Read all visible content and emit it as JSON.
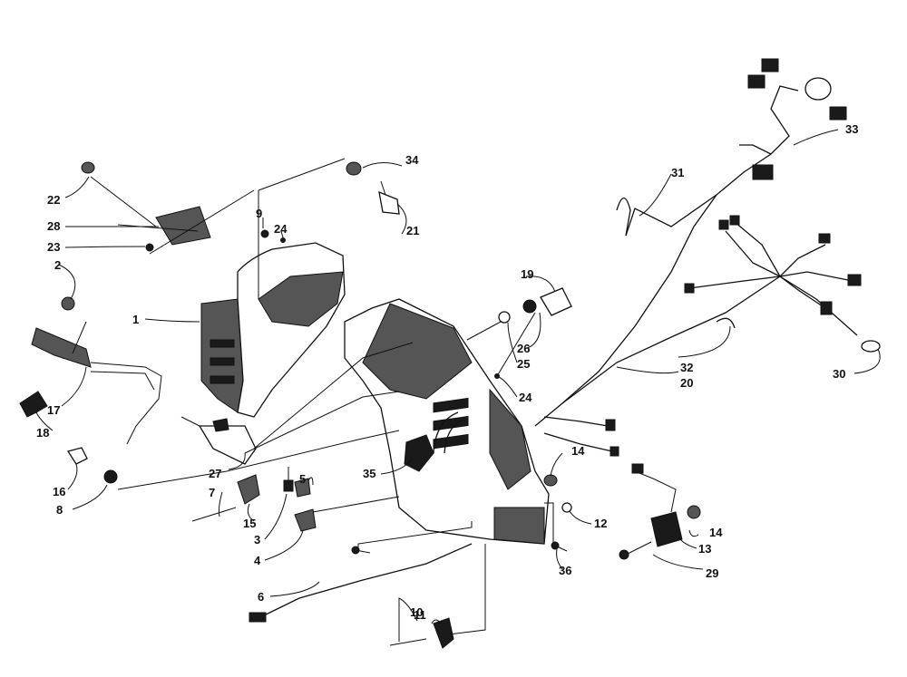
{
  "callouts": [
    {
      "id": "1",
      "label": "1"
    },
    {
      "id": "2",
      "label": "2"
    },
    {
      "id": "3",
      "label": "3"
    },
    {
      "id": "4",
      "label": "4"
    },
    {
      "id": "5",
      "label": "5"
    },
    {
      "id": "6",
      "label": "6"
    },
    {
      "id": "7",
      "label": "7"
    },
    {
      "id": "8",
      "label": "8"
    },
    {
      "id": "9",
      "label": "9"
    },
    {
      "id": "10",
      "label": "10"
    },
    {
      "id": "11",
      "label": "11"
    },
    {
      "id": "12",
      "label": "12"
    },
    {
      "id": "13",
      "label": "13"
    },
    {
      "id": "14a",
      "label": "14"
    },
    {
      "id": "14b",
      "label": "14"
    },
    {
      "id": "15",
      "label": "15"
    },
    {
      "id": "16",
      "label": "16"
    },
    {
      "id": "17",
      "label": "17"
    },
    {
      "id": "18",
      "label": "18"
    },
    {
      "id": "19",
      "label": "19"
    },
    {
      "id": "20",
      "label": "20"
    },
    {
      "id": "21",
      "label": "21"
    },
    {
      "id": "22",
      "label": "22"
    },
    {
      "id": "23",
      "label": "23"
    },
    {
      "id": "24a",
      "label": "24"
    },
    {
      "id": "24b",
      "label": "24"
    },
    {
      "id": "25",
      "label": "25"
    },
    {
      "id": "26",
      "label": "26"
    },
    {
      "id": "27",
      "label": "27"
    },
    {
      "id": "28",
      "label": "28"
    },
    {
      "id": "29",
      "label": "29"
    },
    {
      "id": "30",
      "label": "30"
    },
    {
      "id": "31",
      "label": "31"
    },
    {
      "id": "32",
      "label": "32"
    },
    {
      "id": "33",
      "label": "33"
    },
    {
      "id": "34",
      "label": "34"
    },
    {
      "id": "35",
      "label": "35"
    },
    {
      "id": "36",
      "label": "36"
    }
  ]
}
